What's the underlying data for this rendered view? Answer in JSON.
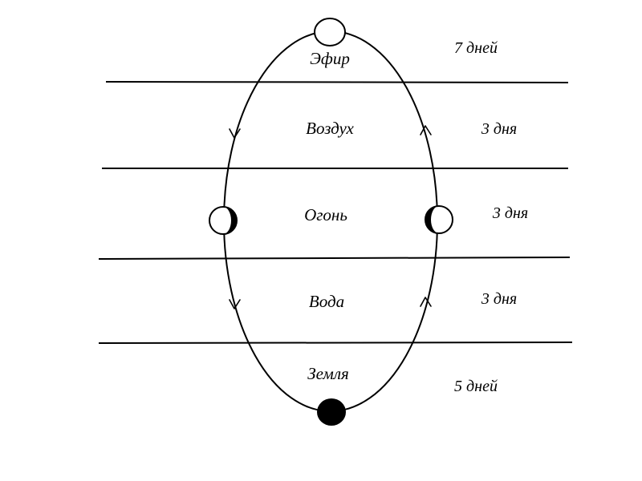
{
  "colors": {
    "ink": "#000000",
    "paper": "#ffffff"
  },
  "zones": [
    {
      "element": "Эфир",
      "duration": "7 дней"
    },
    {
      "element": "Воздух",
      "duration": "3 дня"
    },
    {
      "element": "Огонь",
      "duration": "3 дня"
    },
    {
      "element": "Вода",
      "duration": "3 дня"
    },
    {
      "element": "Земля",
      "duration": "5 дней"
    }
  ],
  "moon_phases": [
    {
      "position": "top",
      "phase": "full-moon",
      "icon": "full-moon-icon"
    },
    {
      "position": "left",
      "phase": "waxing-crescent",
      "icon": "crescent-moon-icon"
    },
    {
      "position": "right",
      "phase": "waning-crescent",
      "icon": "crescent-moon-icon"
    },
    {
      "position": "bottom",
      "phase": "new-moon",
      "icon": "new-moon-icon"
    }
  ],
  "flow": {
    "left_side": "downward",
    "right_side": "upward"
  }
}
